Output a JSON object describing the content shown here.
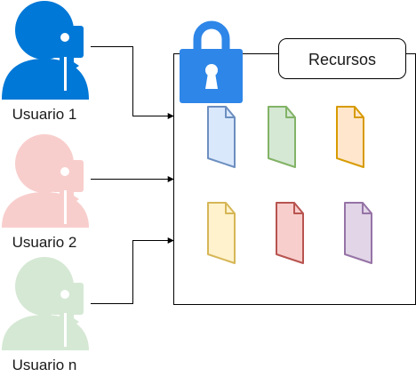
{
  "users": [
    {
      "label": "Usuario 1",
      "color": "#0078D7",
      "key_color": "#0078D7"
    },
    {
      "label": "Usuario 2",
      "color": "#F8CECC",
      "key_color": "#F8CECC"
    },
    {
      "label": "Usuario n",
      "color": "#D5E8D4",
      "key_color": "#D5E8D4"
    }
  ],
  "resources_box": {
    "label": "Recursos"
  },
  "lock": {
    "color": "#2E86E8",
    "icon": "padlock-icon"
  },
  "documents": [
    {
      "icon": "document-icon",
      "fill": "#DAE8FC",
      "stroke": "#6C8EBF"
    },
    {
      "icon": "document-icon",
      "fill": "#D5E8D4",
      "stroke": "#82B366"
    },
    {
      "icon": "document-icon",
      "fill": "#FFE6CC",
      "stroke": "#D79B00"
    },
    {
      "icon": "document-icon",
      "fill": "#FFF2CC",
      "stroke": "#D6B656"
    },
    {
      "icon": "document-icon",
      "fill": "#F8CECC",
      "stroke": "#B85450"
    },
    {
      "icon": "document-icon",
      "fill": "#E1D5E7",
      "stroke": "#9673A6"
    }
  ]
}
